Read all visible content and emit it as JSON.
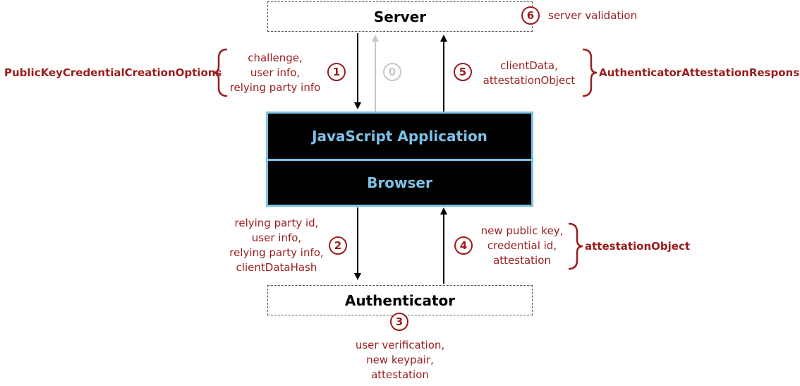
{
  "server": {
    "label": "Server"
  },
  "app": {
    "label": "JavaScript Application"
  },
  "browser": {
    "label": "Browser"
  },
  "authenticator": {
    "label": "Authenticator"
  },
  "steps": {
    "s0": "0",
    "s1": "1",
    "s2": "2",
    "s3": "3",
    "s4": "4",
    "s5": "5",
    "s6": "6"
  },
  "notes": {
    "step1": [
      "challenge,",
      "user info,",
      "relying party info"
    ],
    "step2": [
      "relying party id,",
      "user info,",
      "relying party info,",
      "clientDataHash"
    ],
    "step3": [
      "user verification,",
      "new keypair,",
      "attestation"
    ],
    "step4": [
      "new public key,",
      "credential id,",
      "attestation"
    ],
    "step5": [
      "clientData,",
      "attestationObject"
    ],
    "step6": "server validation"
  },
  "groups": {
    "creation_options": "PublicKeyCredentialCreationOptions",
    "attestation_response": "AuthenticatorAttestationResponse",
    "attestation_object": "attestationObject"
  },
  "colors": {
    "accent_red": "#9b1c1c",
    "box_border_blue": "#7cc1e6",
    "disabled_gray": "#c8c8c8"
  }
}
